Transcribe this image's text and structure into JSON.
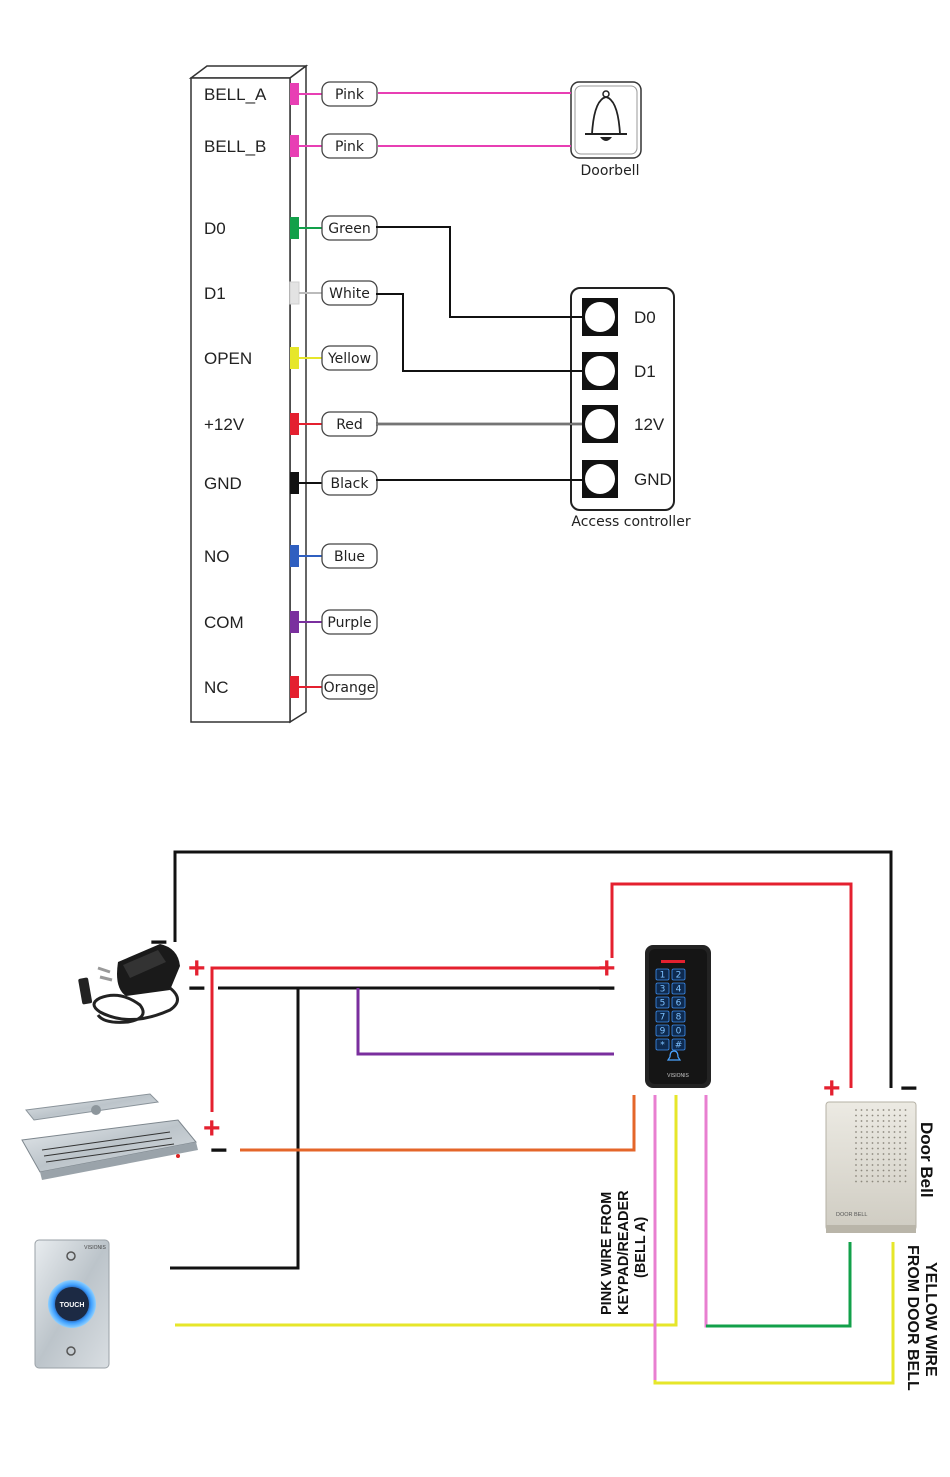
{
  "terminals": [
    {
      "label": "BELL_A",
      "wire": "Pink",
      "color": "#e83fb4"
    },
    {
      "label": "BELL_B",
      "wire": "Pink",
      "color": "#e83fb4"
    },
    {
      "label": "D0",
      "wire": "Green",
      "color": "#12a04a"
    },
    {
      "label": "D1",
      "wire": "White",
      "color": "#e3e3e3"
    },
    {
      "label": "OPEN",
      "wire": "Yellow",
      "color": "#e6e62a"
    },
    {
      "label": "+12V",
      "wire": "Red",
      "color": "#e4202f"
    },
    {
      "label": "GND",
      "wire": "Black",
      "color": "#111111"
    },
    {
      "label": "NO",
      "wire": "Blue",
      "color": "#2f5fc0"
    },
    {
      "label": "COM",
      "wire": "Purple",
      "color": "#7a2f9e"
    },
    {
      "label": "NC",
      "wire": "Orange",
      "color": "#e4202f"
    }
  ],
  "doorbell_caption": "Doorbell",
  "access_controller": {
    "caption": "Access controller",
    "ports": [
      "D0",
      "D1",
      "12V",
      "GND"
    ]
  },
  "wiring": {
    "plus": "+",
    "minus": "−",
    "door_bell_label": "Door Bell",
    "door_bell_device_text": "DOOR BELL",
    "touch_text": "TOUCH",
    "brand": "VISIONIS",
    "keypad_keys": [
      "1",
      "2",
      "3",
      "4",
      "5",
      "6",
      "7",
      "8",
      "9",
      "0",
      "*",
      "#"
    ],
    "pink_note": [
      "PINK WIRE  FROM",
      "KEYPAD/READER",
      "(BELL A)"
    ],
    "yellow_note": [
      "YELLOW WIRE",
      "FROM DOOR BELL"
    ]
  }
}
